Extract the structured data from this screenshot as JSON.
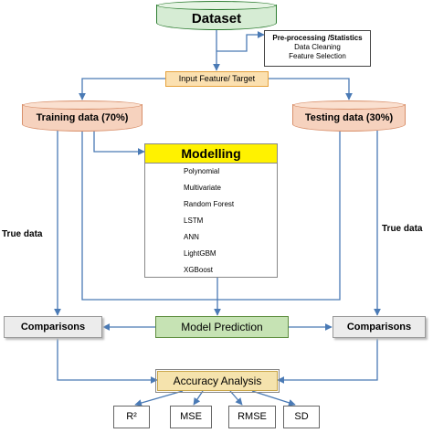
{
  "dataset": {
    "label": "Dataset"
  },
  "preprocessing": {
    "title": "Pre-processing /Statistics",
    "items": [
      "Data Cleaning",
      "Feature Selection"
    ]
  },
  "input_feature": {
    "label": "Input Feature/ Target"
  },
  "training": {
    "label": "Training data (70%)"
  },
  "testing": {
    "label": "Testing data (30%)"
  },
  "modelling": {
    "title": "Modelling",
    "models": [
      "Polynomial",
      "Multivariate",
      "Random Forest",
      "LSTM",
      "ANN",
      "LightGBM",
      "XGBoost"
    ]
  },
  "true_data_left": "True data",
  "true_data_right": "True data",
  "comparisons_left": "Comparisons",
  "comparisons_right": "Comparisons",
  "model_prediction": "Model Prediction",
  "accuracy": {
    "title": "Accuracy Analysis"
  },
  "metrics": [
    "R²",
    "MSE",
    "RMSE",
    "SD"
  ],
  "colors": {
    "arrow": "#4a7ab5",
    "dataset_fill": "#d6ecd4",
    "dataset_border": "#2e7d32",
    "input_fill": "#fbe0b0",
    "input_border": "#e6a23c",
    "cylinder_fill": "#f6d2be",
    "cylinder_border": "#d88f6a",
    "modelling_title_fill": "#fff200",
    "prediction_fill": "#c6e3b4",
    "prediction_border": "#5e8d3e",
    "accuracy_fill": "#f5e3ad",
    "accuracy_border": "#c9a64a",
    "comparison_fill": "#ececec"
  }
}
